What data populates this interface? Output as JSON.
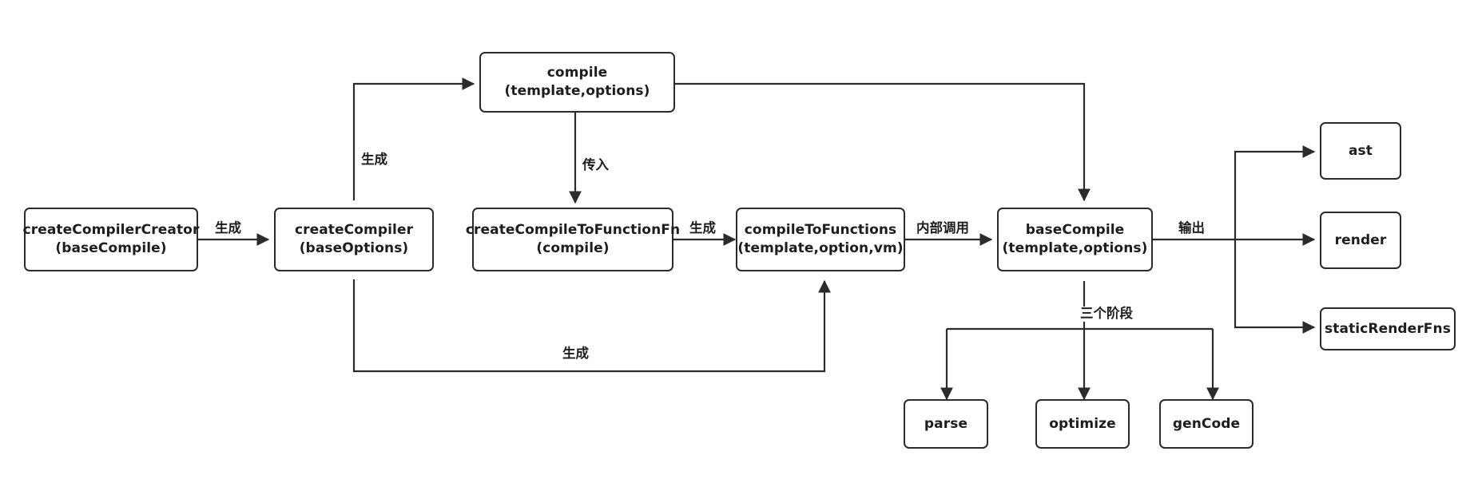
{
  "diagram": {
    "title": "Vue compiler pipeline flow diagram",
    "background_color": "#ffffff",
    "stroke_color": "#2b2b2b",
    "text_color": "#1d1d1d",
    "nodes": [
      {
        "id": "createCompilerCreator",
        "label": "createCompilerCreator\n(baseCompile)"
      },
      {
        "id": "createCompiler",
        "label": "createCompiler\n(baseOptions)"
      },
      {
        "id": "compile",
        "label": "compile\n(template,options)"
      },
      {
        "id": "createCompileToFunctionFn",
        "label": "createCompileToFunctionFn\n(compile)"
      },
      {
        "id": "compileToFunctions",
        "label": "compileToFunctions\n(template,option,vm)"
      },
      {
        "id": "baseCompile",
        "label": "baseCompile\n(template,options)"
      },
      {
        "id": "ast",
        "label": "ast"
      },
      {
        "id": "render",
        "label": "render"
      },
      {
        "id": "staticRenderFns",
        "label": "staticRenderFns"
      },
      {
        "id": "parse",
        "label": "parse"
      },
      {
        "id": "optimize",
        "label": "optimize"
      },
      {
        "id": "genCode",
        "label": "genCode"
      }
    ],
    "edge_labels": [
      {
        "id": "creator-to-compiler",
        "text": "生成"
      },
      {
        "id": "compiler-to-compile",
        "text": "生成"
      },
      {
        "id": "compile-to-createfn",
        "text": "传入"
      },
      {
        "id": "createfn-to-ctf",
        "text": "生成"
      },
      {
        "id": "ctf-to-basecompile",
        "text": "内部调用"
      },
      {
        "id": "basecompile-to-outputs",
        "text": "输出"
      },
      {
        "id": "basecompile-to-stages",
        "text": "三个阶段"
      },
      {
        "id": "compiler-to-ctf",
        "text": "生成"
      }
    ]
  }
}
